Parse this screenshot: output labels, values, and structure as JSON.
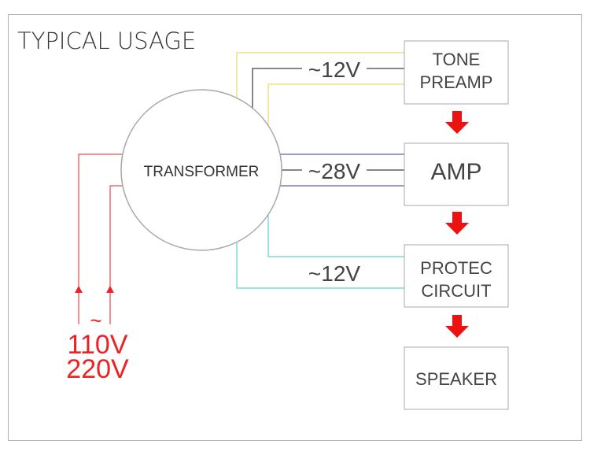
{
  "diagram": {
    "title": "TYPICAL USAGE",
    "transformer": {
      "label": "TRANSFORMER"
    },
    "blocks": {
      "tone_preamp": {
        "line1": "TONE",
        "line2": "PREAMP"
      },
      "amp": {
        "label": "AMP"
      },
      "protect": {
        "line1": "PROTEC",
        "line2": "CIRCUIT"
      },
      "speaker": {
        "label": "SPEAKER"
      }
    },
    "voltages": {
      "tone": "~12V",
      "amp": "~28V",
      "protect": "~12V"
    },
    "input": {
      "tilde": "~",
      "line1": "110V",
      "line2": "220V"
    },
    "colors": {
      "primary": "#ee2222",
      "tone_wire": "#e8d34a",
      "amp_wire": "#2b3aa8",
      "protect_wire": "#3cc9c9",
      "ct_wire": "#111111",
      "arrow": "#ee1111",
      "box_border": "#aaaaaa",
      "text": "#444444"
    }
  }
}
